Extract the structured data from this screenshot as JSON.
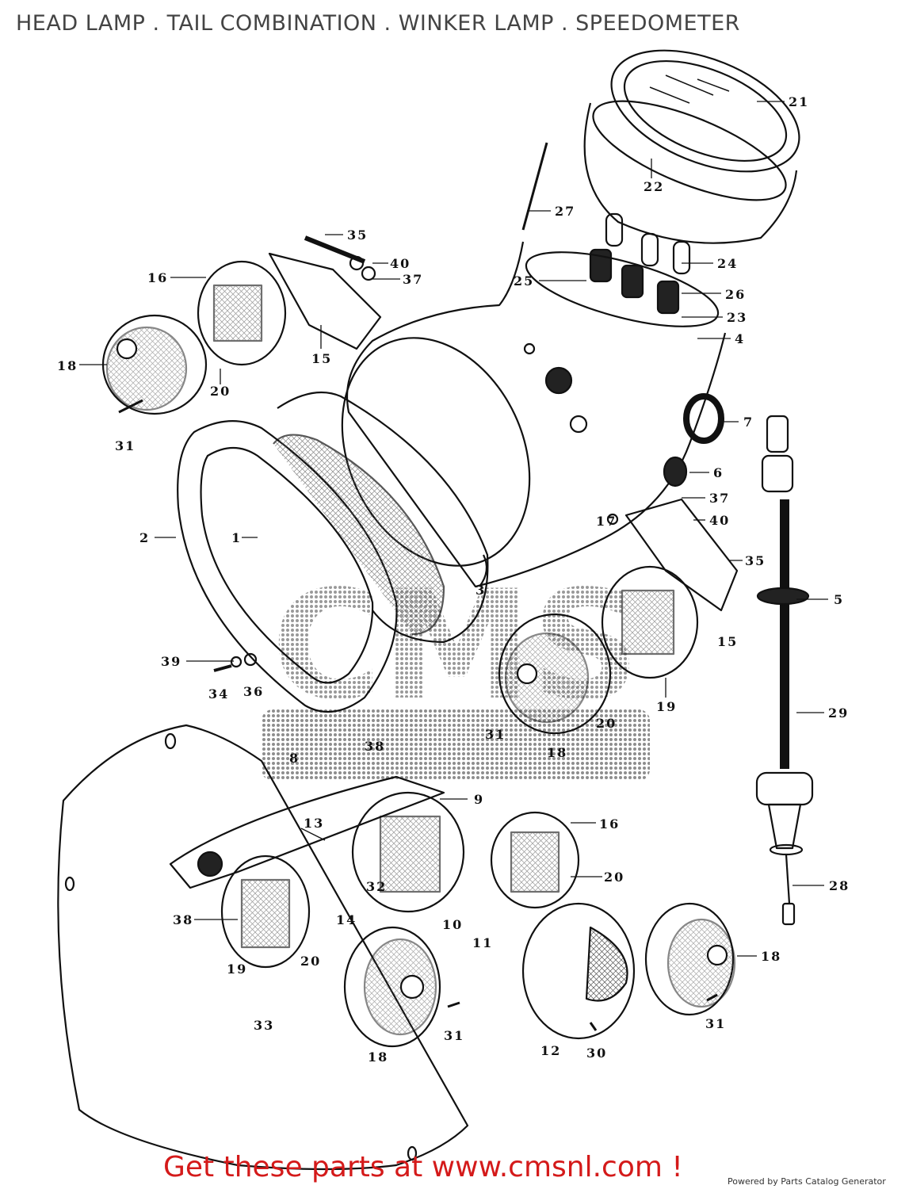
{
  "header": {
    "title": "HEAD LAMP . TAIL COMBINATION . WINKER LAMP . SPEEDOMETER"
  },
  "watermark": {
    "letters": "CMS"
  },
  "footer": {
    "cta": "Get these parts at www.cmsnl.com !",
    "powered_by": "Powered by Parts Catalog Generator"
  },
  "callouts": [
    {
      "id": "21",
      "text": "21"
    },
    {
      "id": "22",
      "text": "22"
    },
    {
      "id": "27",
      "text": "27"
    },
    {
      "id": "35a",
      "text": "35"
    },
    {
      "id": "40a",
      "text": "40"
    },
    {
      "id": "37a",
      "text": "37"
    },
    {
      "id": "24",
      "text": "24"
    },
    {
      "id": "16a",
      "text": "16"
    },
    {
      "id": "25",
      "text": "25"
    },
    {
      "id": "26",
      "text": "26"
    },
    {
      "id": "23",
      "text": "23"
    },
    {
      "id": "4",
      "text": "4"
    },
    {
      "id": "15a",
      "text": "15"
    },
    {
      "id": "18a",
      "text": "18"
    },
    {
      "id": "20a",
      "text": "20"
    },
    {
      "id": "7",
      "text": "7"
    },
    {
      "id": "31a",
      "text": "31"
    },
    {
      "id": "6",
      "text": "6"
    },
    {
      "id": "37b",
      "text": "37"
    },
    {
      "id": "17",
      "text": "17"
    },
    {
      "id": "40b",
      "text": "40"
    },
    {
      "id": "2",
      "text": "2"
    },
    {
      "id": "1",
      "text": "1"
    },
    {
      "id": "35b",
      "text": "35"
    },
    {
      "id": "3",
      "text": "3"
    },
    {
      "id": "5",
      "text": "5"
    },
    {
      "id": "15b",
      "text": "15"
    },
    {
      "id": "39",
      "text": "39"
    },
    {
      "id": "34",
      "text": "34"
    },
    {
      "id": "36",
      "text": "36"
    },
    {
      "id": "19a",
      "text": "19"
    },
    {
      "id": "29",
      "text": "29"
    },
    {
      "id": "31b",
      "text": "31"
    },
    {
      "id": "20b",
      "text": "20"
    },
    {
      "id": "18b",
      "text": "18"
    },
    {
      "id": "38a",
      "text": "38"
    },
    {
      "id": "8",
      "text": "8"
    },
    {
      "id": "9",
      "text": "9"
    },
    {
      "id": "13",
      "text": "13"
    },
    {
      "id": "16b",
      "text": "16"
    },
    {
      "id": "20c",
      "text": "20"
    },
    {
      "id": "32",
      "text": "32"
    },
    {
      "id": "38b",
      "text": "38"
    },
    {
      "id": "14",
      "text": "14"
    },
    {
      "id": "10",
      "text": "10"
    },
    {
      "id": "11",
      "text": "11"
    },
    {
      "id": "28",
      "text": "28"
    },
    {
      "id": "19b",
      "text": "19"
    },
    {
      "id": "20d",
      "text": "20"
    },
    {
      "id": "18c",
      "text": "18"
    },
    {
      "id": "33",
      "text": "33"
    },
    {
      "id": "31c",
      "text": "31"
    },
    {
      "id": "31d",
      "text": "31"
    },
    {
      "id": "18d",
      "text": "18"
    },
    {
      "id": "12",
      "text": "12"
    },
    {
      "id": "30",
      "text": "30"
    }
  ]
}
